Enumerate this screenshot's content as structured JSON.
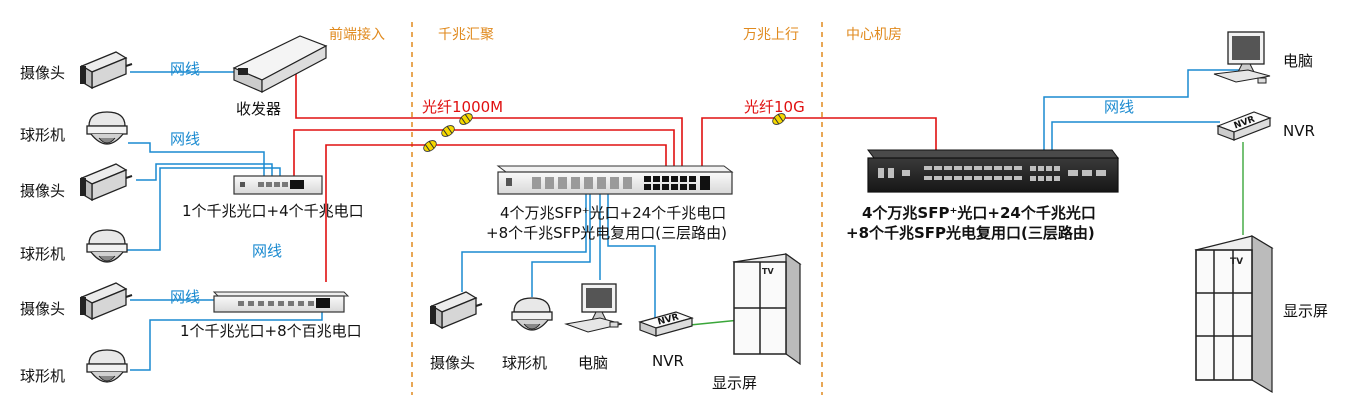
{
  "zones": {
    "front": "前端接入",
    "gigabit": "千兆汇聚",
    "tenG": "万兆上行",
    "center": "中心机房"
  },
  "left": {
    "camera_label": "摄像头",
    "dome_label": "球形机",
    "transceiver_label": "收发器",
    "switch1_label": "1个千兆光口+4个千兆电口",
    "switch2_label": "1个千兆光口+8个百兆电口"
  },
  "cables": {
    "net": "网线",
    "fiber1000": "光纤1000M",
    "fiber10g": "光纤10G"
  },
  "aggregation": {
    "switch_line1": "4个万兆SFP⁺光口+24个千兆电口",
    "switch_line2": "+8个千兆SFP光电复用口(三层路由)",
    "devices": {
      "camera": "摄像头",
      "dome": "球形机",
      "pc": "电脑",
      "nvr": "NVR",
      "display": "显示屏"
    }
  },
  "core": {
    "switch_line1": "4个万兆SFP⁺光口+24个千兆光口",
    "switch_line2": "+8个千兆SFP光电复用口(三层路由)",
    "pc": "电脑",
    "nvr": "NVR",
    "display": "显示屏"
  },
  "colors": {
    "fiber": "#e01010",
    "network": "#1a8ad0",
    "video": "#3aa63a",
    "zone": "#e08a1e",
    "fiber_marker": "#f5d800"
  }
}
